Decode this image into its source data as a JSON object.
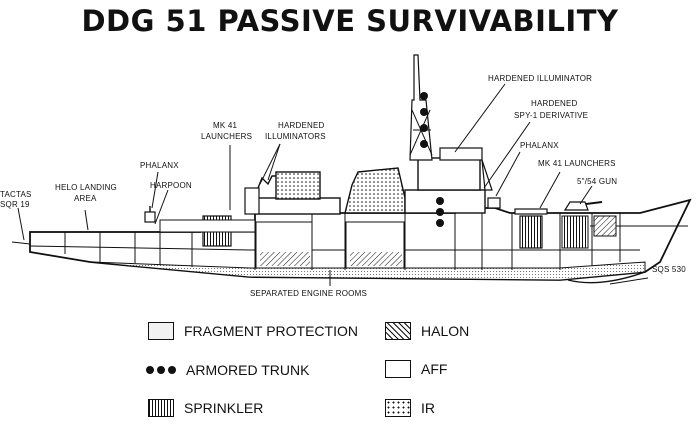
{
  "title": "DDG 51 PASSIVE SURVIVABILITY",
  "labels": {
    "tactas": "TACTAS",
    "sqr19": "SQR 19",
    "helo_landing": "HELO LANDING",
    "area": "AREA",
    "phalanx_aft": "PHALANX",
    "harpoon": "HARPOON",
    "mk41_aft_1": "MK 41",
    "mk41_aft_2": "LAUNCHERS",
    "hardened_illum_aft_1": "HARDENED",
    "hardened_illum_aft_2": "ILLUMINATORS",
    "hardened_illuminator": "HARDENED ILLUMINATOR",
    "hardened_spy_1": "HARDENED",
    "hardened_spy_2": "SPY-1 DERIVATIVE",
    "phalanx_fwd": "PHALANX",
    "mk41_fwd": "MK 41 LAUNCHERS",
    "gun": "5\"/54 GUN",
    "sqs530": "SQS 530",
    "engine_rooms": "SEPARATED ENGINE ROOMS"
  },
  "legend": {
    "fragment_protection": "FRAGMENT PROTECTION",
    "armored_trunk": "ARMORED TRUNK",
    "sprinkler": "SPRINKLER",
    "halon": "HALON",
    "aff": "AFF",
    "ir": "IR"
  }
}
